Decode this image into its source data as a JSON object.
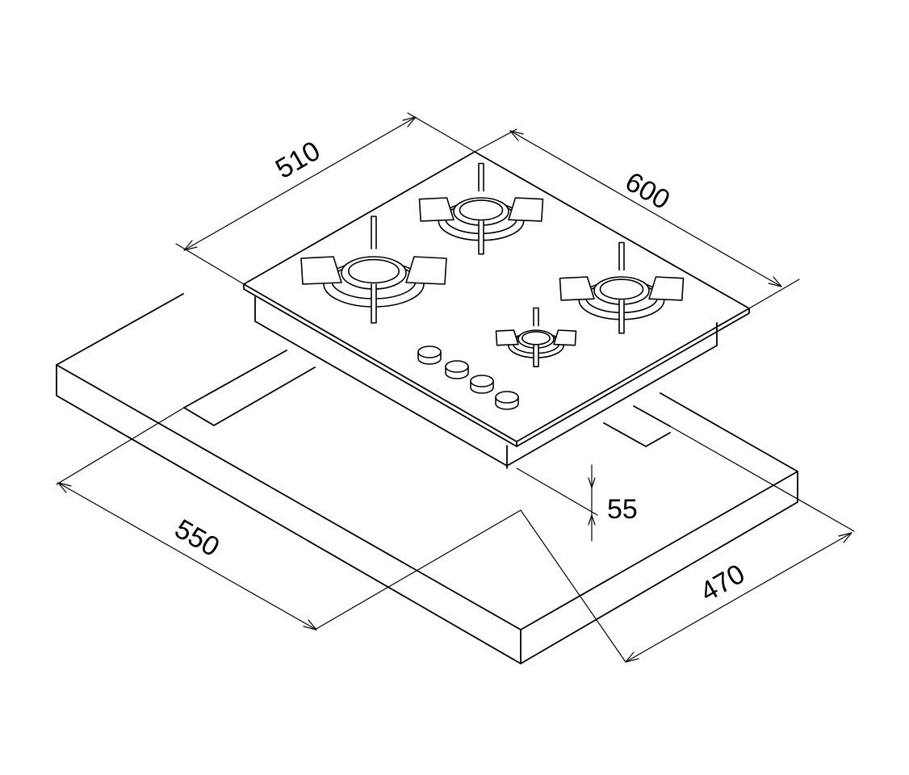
{
  "dimensions": {
    "width_top": "510",
    "depth_top": "600",
    "cutout_width": "550",
    "cutout_depth": "470",
    "height": "55"
  },
  "colors": {
    "stroke": "#000000",
    "background": "#ffffff"
  }
}
